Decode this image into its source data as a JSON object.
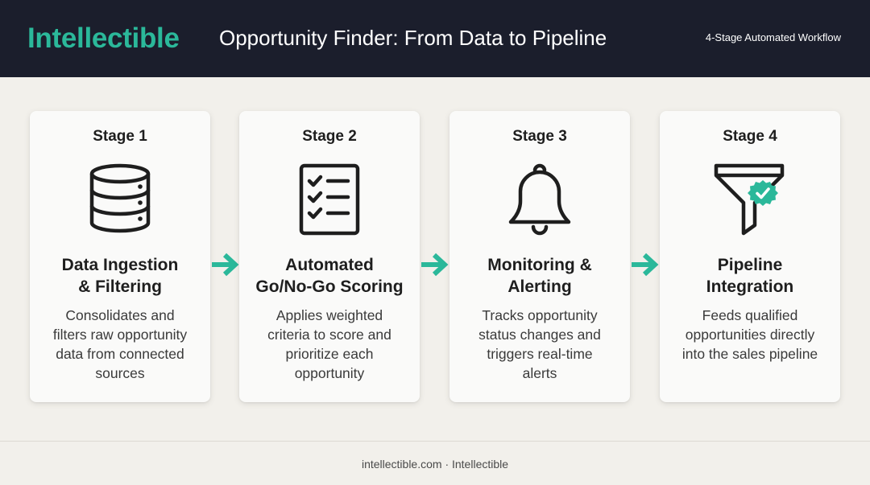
{
  "header": {
    "brand": "Intellectible",
    "title": "Opportunity Finder: From Data to Pipeline",
    "subtitle": "4-Stage Automated Workflow"
  },
  "stages": [
    {
      "label": "Stage 1",
      "icon": "database-icon",
      "title_line1": "Data Ingestion",
      "title_line2": "& Filtering",
      "desc_lines": [
        "Consolidates and",
        "filters raw opportunity",
        "data from connected",
        "sources"
      ]
    },
    {
      "label": "Stage 2",
      "icon": "checklist-icon",
      "title_line1": "Automated",
      "title_line2": "Go/No-Go Scoring",
      "desc_lines": [
        "Applies weighted",
        "criteria to score and",
        "prioritize each",
        "opportunity"
      ]
    },
    {
      "label": "Stage 3",
      "icon": "bell-icon",
      "title_line1": "Monitoring &",
      "title_line2": "Alerting",
      "desc_lines": [
        "Tracks opportunity",
        "status changes and",
        "triggers real-time",
        "alerts"
      ]
    },
    {
      "label": "Stage 4",
      "icon": "funnel-check-icon",
      "title_line1": "Pipeline",
      "title_line2": "Integration",
      "desc_lines": [
        "Feeds qualified",
        "opportunities directly",
        "into the sales pipeline",
        ""
      ]
    }
  ],
  "footer": {
    "text": "intellectible.com · Intellectible"
  },
  "colors": {
    "accent": "#2bb89a",
    "header_bg": "#1b1e2c",
    "page_bg": "#f2f0eb",
    "card_bg": "#fafaf9",
    "text_dark": "#1e1e1e"
  }
}
